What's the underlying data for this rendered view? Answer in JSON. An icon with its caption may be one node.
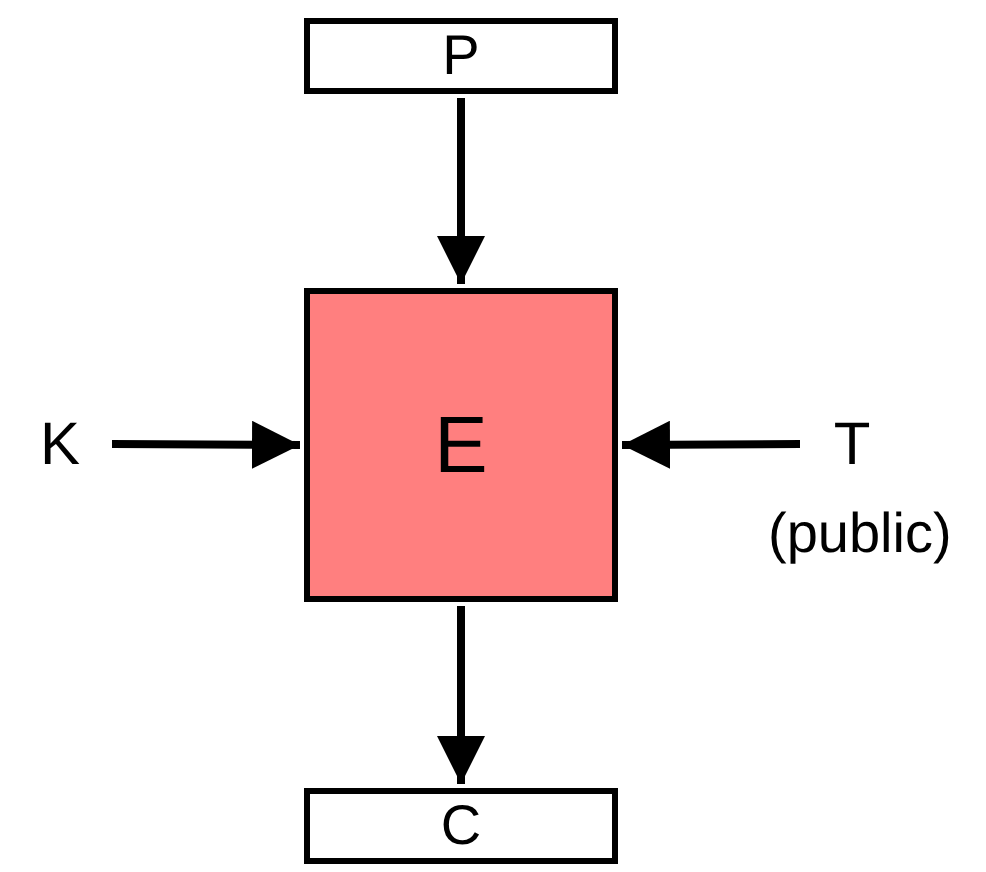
{
  "diagram": {
    "nodes": [
      {
        "text": [
          "P"
        ]
      },
      {
        "text": [
          "K"
        ]
      },
      {
        "text": [
          "E"
        ]
      },
      {
        "text": [
          "T"
        ],
        "beside": [
          "(public)"
        ]
      },
      {
        "text": [
          "C"
        ]
      }
    ],
    "edges": [
      {
        "from": 0,
        "to": 2,
        "arrow": "to"
      },
      {
        "from": 1,
        "to": 2,
        "arrow": "to"
      },
      {
        "from": 3,
        "to": 2,
        "arrow": "to"
      },
      {
        "from": 2,
        "to": 4,
        "arrow": "to"
      }
    ]
  }
}
